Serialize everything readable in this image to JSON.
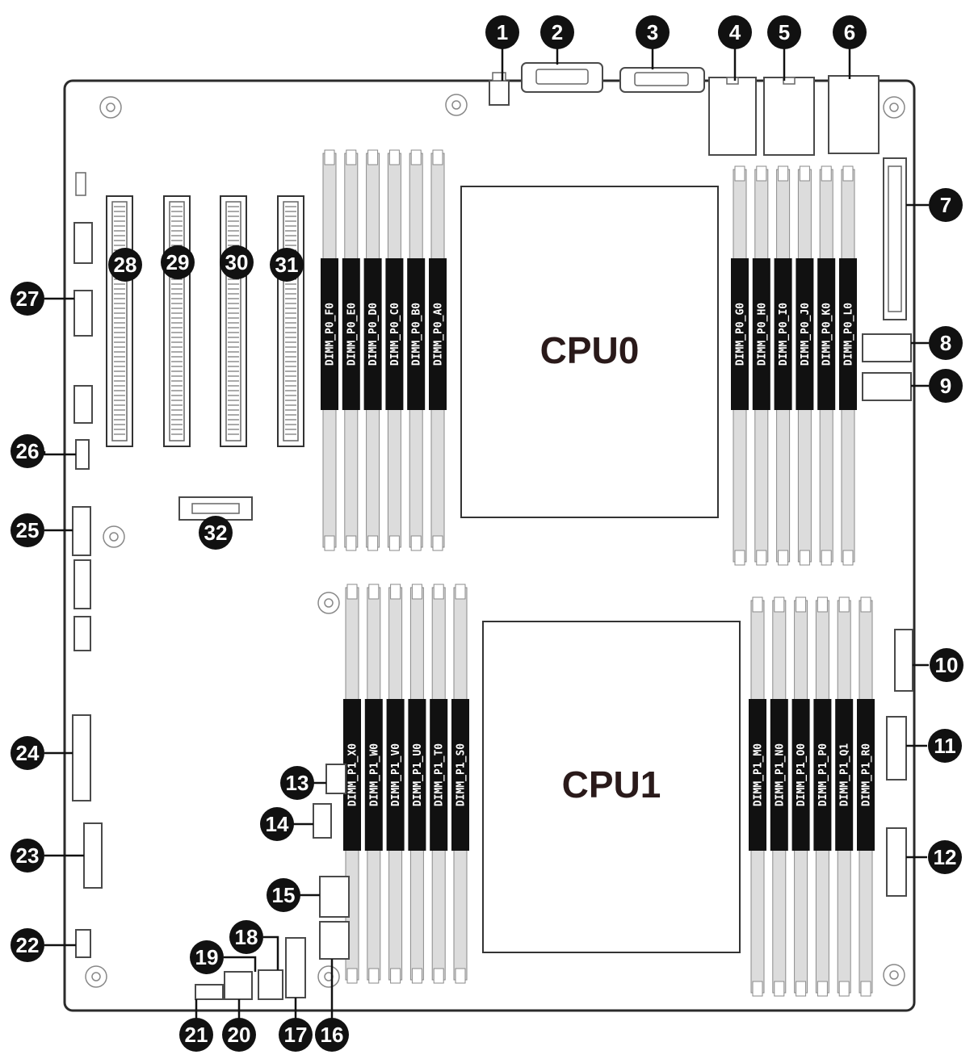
{
  "cpus": [
    {
      "id": "cpu0",
      "label": "CPU0"
    },
    {
      "id": "cpu1",
      "label": "CPU1"
    }
  ],
  "dimm_groups": [
    {
      "id": "p0-left",
      "labels": [
        "DIMM_P0_F0",
        "DIMM_P0_E0",
        "DIMM_P0_D0",
        "DIMM_P0_C0",
        "DIMM_P0_B0",
        "DIMM_P0_A0"
      ]
    },
    {
      "id": "p0-right",
      "labels": [
        "DIMM_P0_G0",
        "DIMM_P0_H0",
        "DIMM_P0_I0",
        "DIMM_P0_J0",
        "DIMM_P0_K0",
        "DIMM_P0_L0"
      ]
    },
    {
      "id": "p1-left",
      "labels": [
        "DIMM_P1_X0",
        "DIMM_P1_W0",
        "DIMM_P1_V0",
        "DIMM_P1_U0",
        "DIMM_P1_T0",
        "DIMM_P1_S0"
      ]
    },
    {
      "id": "p1-right",
      "labels": [
        "DIMM_P1_M0",
        "DIMM_P1_N0",
        "DIMM_P1_O0",
        "DIMM_P1_P0",
        "DIMM_P1_Q1",
        "DIMM_P1_R0"
      ]
    }
  ],
  "callouts": [
    "1",
    "2",
    "3",
    "4",
    "5",
    "6",
    "7",
    "8",
    "9",
    "10",
    "11",
    "12",
    "13",
    "14",
    "15",
    "16",
    "17",
    "18",
    "19",
    "20",
    "21",
    "22",
    "23",
    "24",
    "25",
    "26",
    "27",
    "28",
    "29",
    "30",
    "31",
    "32"
  ]
}
